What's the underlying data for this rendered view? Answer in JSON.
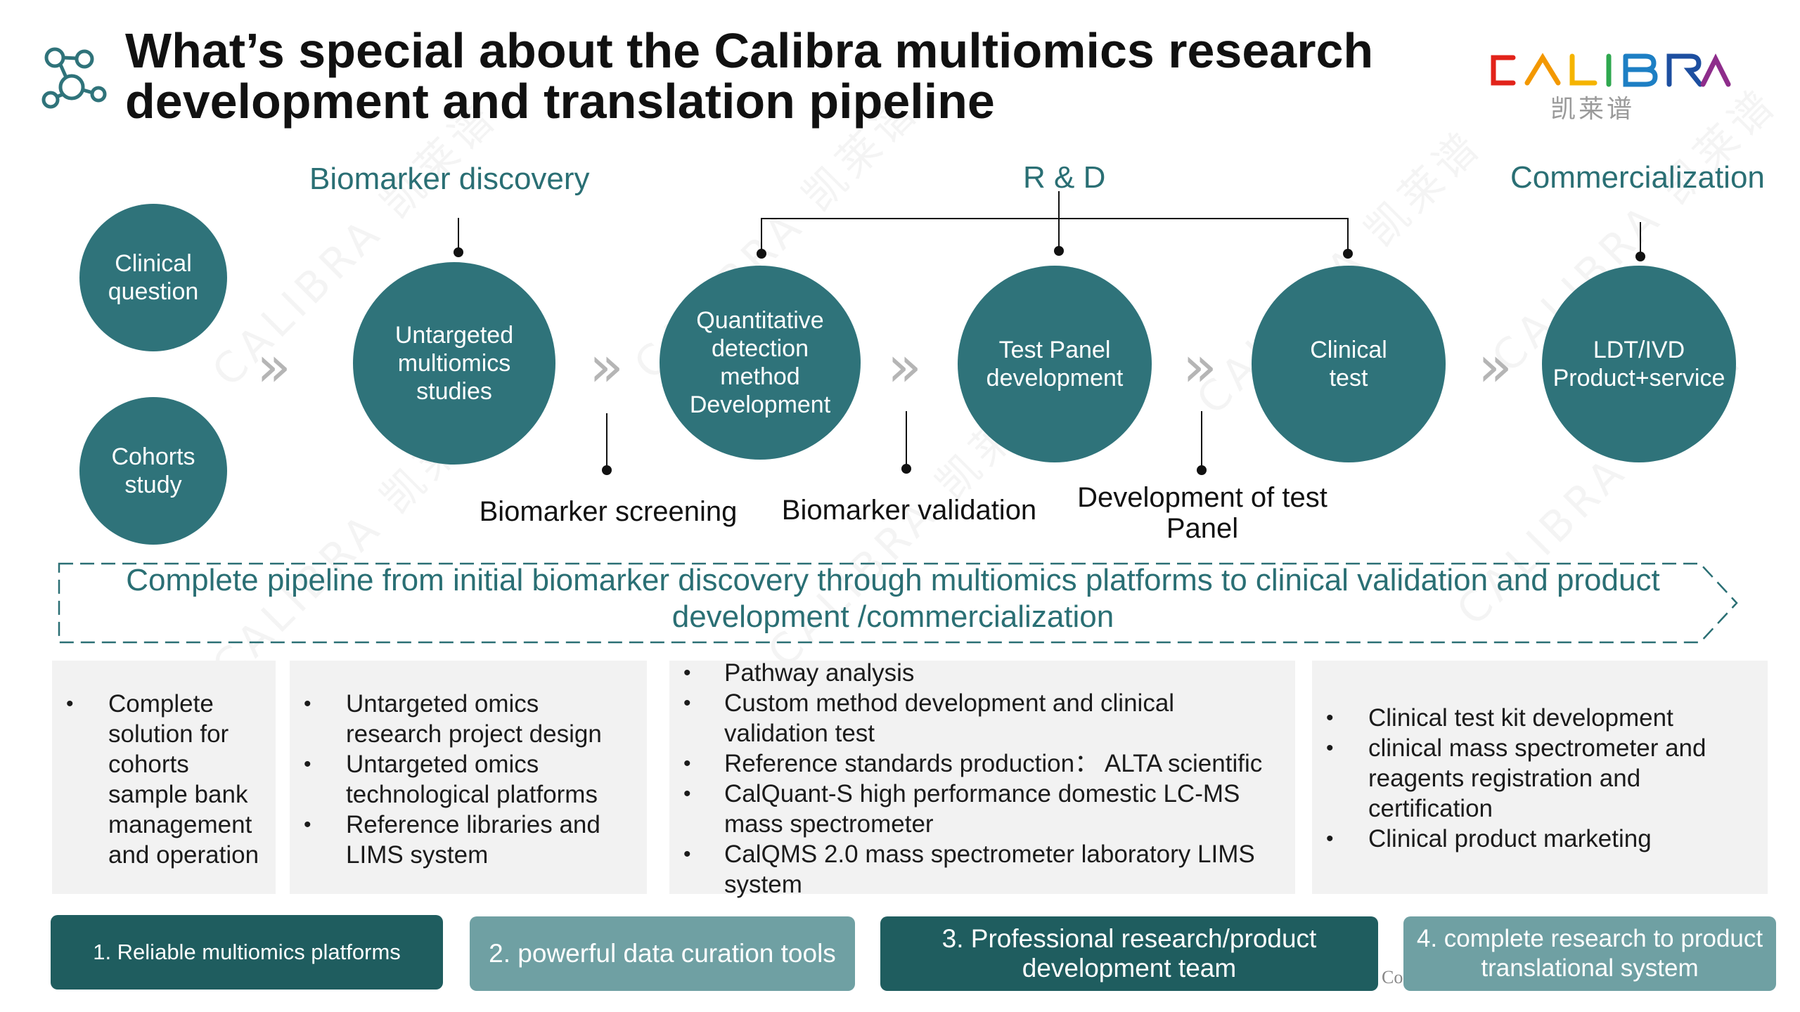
{
  "title": {
    "line1": "What’s special about the Calibra multiomics research",
    "line2": "development and translation pipeline"
  },
  "brand": {
    "wordmark": "CALIBRA",
    "chinese": "凯莱谱",
    "colors": [
      "#e2231a",
      "#f39800",
      "#2fa84f",
      "#1d4fa0",
      "#8e2d8b"
    ]
  },
  "watermark": {
    "text": "CALIBRA 凯莱谱"
  },
  "sections": {
    "biomarker_discovery": "Biomarker discovery",
    "rd": "R & D",
    "commercialization": "Commercialization"
  },
  "circles": {
    "clinical_question": [
      "Clinical",
      "question"
    ],
    "cohorts_study": [
      "Cohorts",
      "study"
    ],
    "untargeted": [
      "Untargeted",
      "multiomics",
      "studies"
    ],
    "quantitative": [
      "Quantitative",
      "detection",
      "method",
      "Development"
    ],
    "test_panel": [
      "Test Panel",
      "development"
    ],
    "clinical_test": [
      "Clinical",
      "test"
    ],
    "ldt_ivd": [
      "LDT/IVD",
      "Product+service"
    ]
  },
  "step_labels": {
    "biomarker_screening": "Biomarker screening",
    "biomarker_validation": "Biomarker validation",
    "dev_test_panel": [
      "Development of test",
      "Panel"
    ]
  },
  "banner": {
    "line1": "Complete pipeline from initial biomarker discovery through multiomics platforms to clinical validation and product",
    "line2": "development /commercialization"
  },
  "boxes": {
    "box1": [
      "Complete solution for cohorts sample bank management and operation"
    ],
    "box2": [
      "Untargeted omics research project design",
      "Untargeted omics technological platforms",
      "Reference libraries and LIMS system"
    ],
    "box3": [
      "Pathway analysis",
      "Custom method development and clinical validation test",
      "Reference standards production： ALTA scientific",
      "CalQuant-S high performance domestic LC-MS  mass spectrometer",
      "CalQMS 2.0 mass spectrometer laboratory LIMS system"
    ],
    "box4": [
      "Clinical test kit development",
      " clinical mass spectrometer and reagents registration and certification",
      "Clinical product marketing"
    ]
  },
  "buttons": {
    "b1": "1. Reliable multiomics platforms",
    "b2": "2. powerful data curation tools",
    "b3": [
      "3. Professional research/product",
      "development team"
    ],
    "b4": [
      "4. complete research to product",
      "translational system"
    ]
  },
  "footer": {
    "copyright_fragment": "Co"
  },
  "colors": {
    "teal_circle": "#2f737a",
    "teal_text": "#2a6f74",
    "button_dark": "#1f5d5f",
    "button_light": "#6fa0a3",
    "box_bg": "#f2f2f2"
  }
}
